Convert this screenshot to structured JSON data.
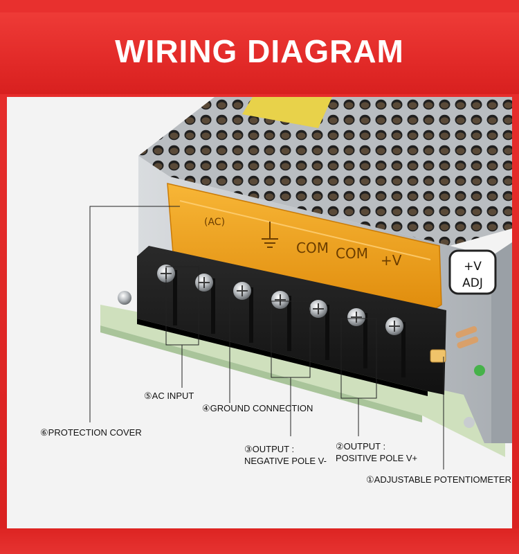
{
  "header": {
    "title": "WIRING DIAGRAM"
  },
  "product": {
    "cover_markings": [
      "(AC)",
      "COM",
      "COM",
      "+V"
    ],
    "adj_label_top": "+V",
    "adj_label_bottom": "ADJ"
  },
  "labels": {
    "l1": "①ADJUSTABLE POTENTIOMETER",
    "l2_line1": "②OUTPUT :",
    "l2_line2": "POSITIVE POLE V+",
    "l3_line1": "③OUTPUT :",
    "l3_line2": "NEGATIVE POLE V-",
    "l4": "④GROUND CONNECTION",
    "l5": "⑤AC INPUT",
    "l6": "⑥PROTECTION COVER"
  },
  "colors": {
    "brand_red": "#e22a28",
    "cover_amber": "#f2a21a",
    "terminal_black": "#1c1c1c",
    "pcb_green": "#cfe3c0"
  }
}
